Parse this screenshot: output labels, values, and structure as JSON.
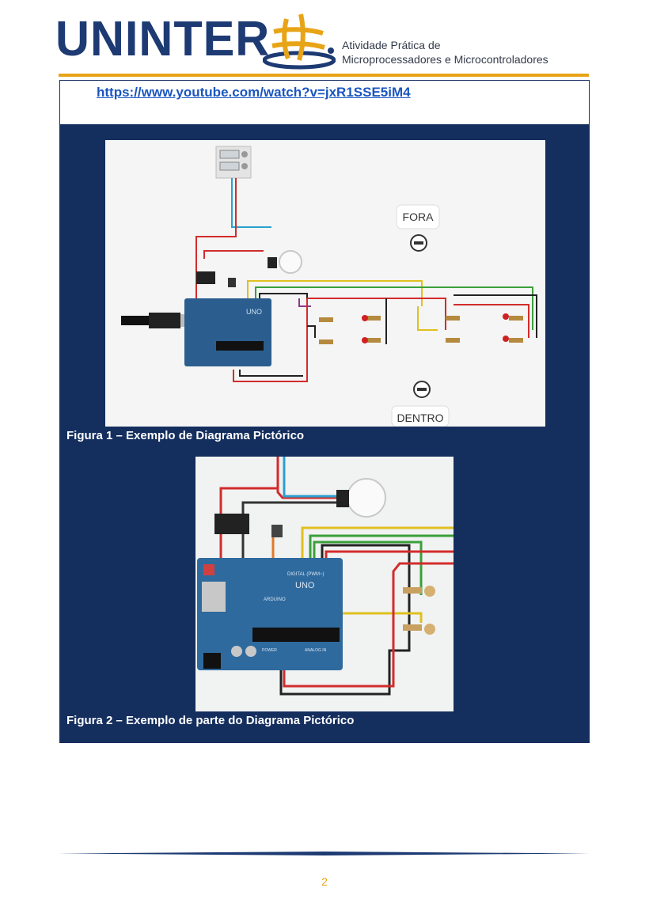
{
  "header": {
    "logo_text": "UNINTER",
    "line1": "Atividade Prática de",
    "line2": "Microprocessadores e Microcontroladores"
  },
  "content": {
    "link": "https://www.youtube.com/watch?v=jxR1SSE5iM4",
    "figure1": {
      "caption": "Figura 1 – Exemplo de Diagrama Pictórico",
      "label_fora": "FORA",
      "label_dentro": "DENTRO",
      "board_label": "UNO"
    },
    "figure2": {
      "caption": "Figura 2 – Exemplo de parte do Diagrama Pictórico",
      "board_label": "UNO",
      "brand_label": "ARDUINO",
      "digital_label": "DIGITAL (PWM~)",
      "power_label": "POWER",
      "analog_label": "ANALOG IN"
    }
  },
  "footer": {
    "page_number": "2"
  },
  "colors": {
    "brand_navy": "#1d3a73",
    "brand_gold": "#e8a417",
    "panel_navy": "#142e5e",
    "link_blue": "#1a56c0"
  }
}
